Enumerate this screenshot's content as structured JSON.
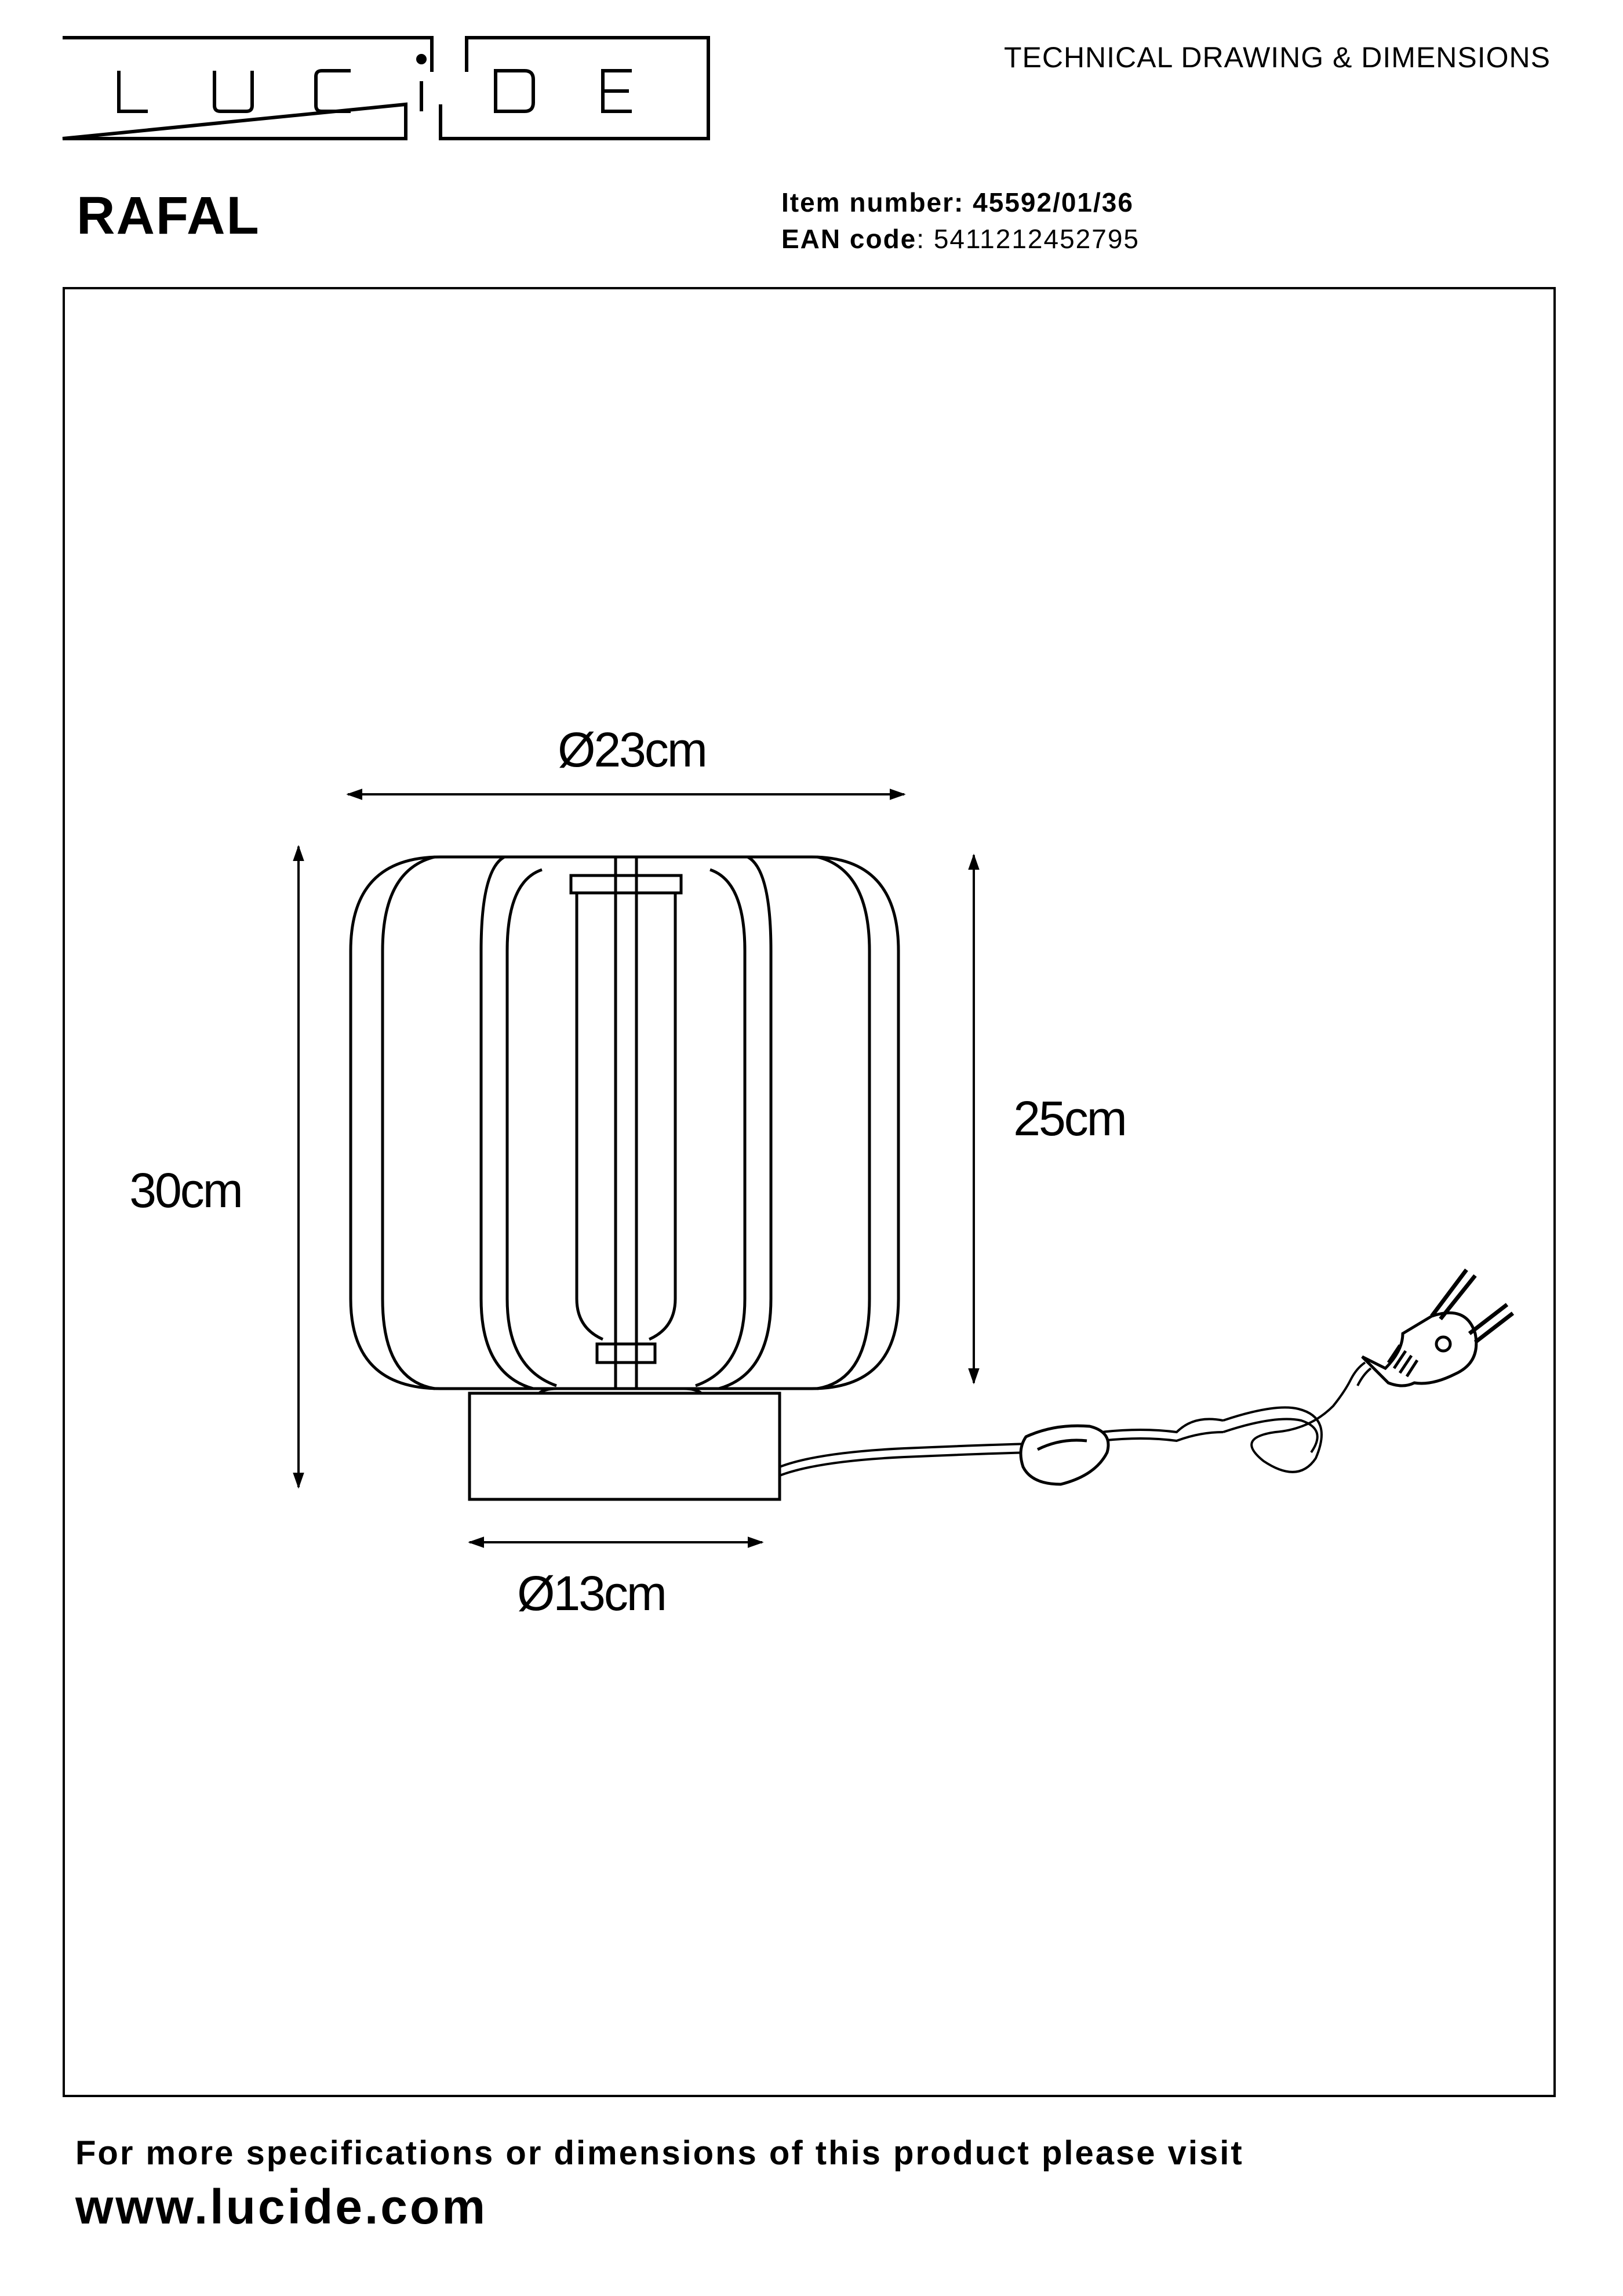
{
  "header": {
    "brand": "LUCIDE",
    "doc_type": "TECHNICAL DRAWING & DIMENSIONS",
    "product_name": "RAFAL",
    "item_label": "Item number:",
    "item_number": "45592/01/36",
    "ean_label": "EAN code",
    "ean_code": "5411212452795"
  },
  "dimensions": {
    "shade_diameter": "Ø23cm",
    "shade_height": "25cm",
    "total_height": "30cm",
    "base_diameter": "Ø13cm"
  },
  "footer": {
    "text": "For more specifications or dimensions of this product please visit",
    "url": "www.lucide.com"
  }
}
